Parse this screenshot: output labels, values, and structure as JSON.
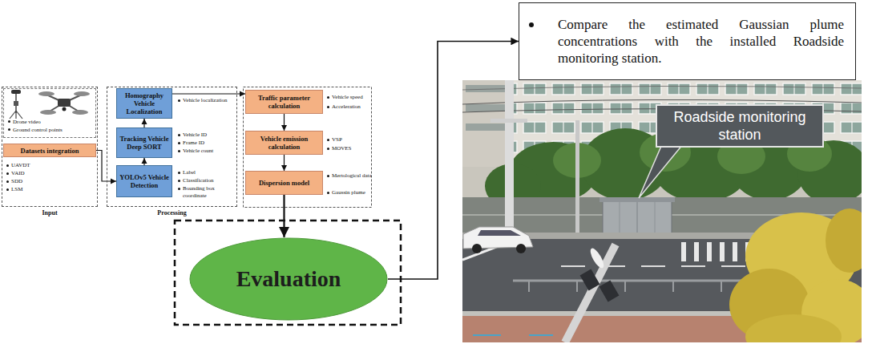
{
  "diagram": {
    "nodes": [
      {
        "text": [
          "Input"
        ]
      },
      {
        "text": [
          "Drone video",
          "Ground control points"
        ],
        "in": 0
      },
      {
        "text": [
          "Datasets integration"
        ],
        "in": 0
      },
      {
        "text": [
          "Processing"
        ]
      },
      {
        "text": [
          "Homography Vehicle Localization"
        ],
        "in": 3
      },
      {
        "text": [
          "Tracking Vehicle Deep SORT"
        ],
        "in": 3
      },
      {
        "text": [
          "YOLOv5 Vehicle Detection"
        ],
        "in": 3
      },
      {
        "text": [
          "Traffic parameter calculation"
        ]
      },
      {
        "text": [
          "Vehicle emission calculation"
        ]
      },
      {
        "text": [
          "Dispersion model"
        ]
      },
      {
        "text": [
          "Evaluation"
        ]
      },
      {
        "text": [
          "Compare the estimated Gaussian plume concentrations with the installed Roadside monitoring station."
        ]
      },
      {
        "text": [
          "Roadside monitoring station"
        ]
      }
    ],
    "edges": [
      {
        "from": 2,
        "to": 6,
        "arrow": "to"
      },
      {
        "from": 6,
        "to": 5,
        "arrow": "to"
      },
      {
        "from": 5,
        "to": 4,
        "arrow": "to"
      },
      {
        "from": 4,
        "to": 7,
        "arrow": "to"
      },
      {
        "from": 7,
        "to": 8,
        "arrow": "to"
      },
      {
        "from": 8,
        "to": 9,
        "arrow": "to"
      },
      {
        "from": 9,
        "to": 10,
        "arrow": "to"
      },
      {
        "from": 10,
        "to": 11,
        "arrow": "to"
      }
    ],
    "labels": [
      "UAVDT",
      "VAID",
      "SDD",
      "LSM",
      "Vehicle localization",
      "Vehicle ID",
      "Frame ID",
      "Vehicle count",
      "Label",
      "Classification",
      "Bounding box coordinate",
      "Vehicle speed",
      "Acceleration",
      "VSP",
      "MOVES",
      "Mertological data",
      "Gaussin plume"
    ]
  }
}
